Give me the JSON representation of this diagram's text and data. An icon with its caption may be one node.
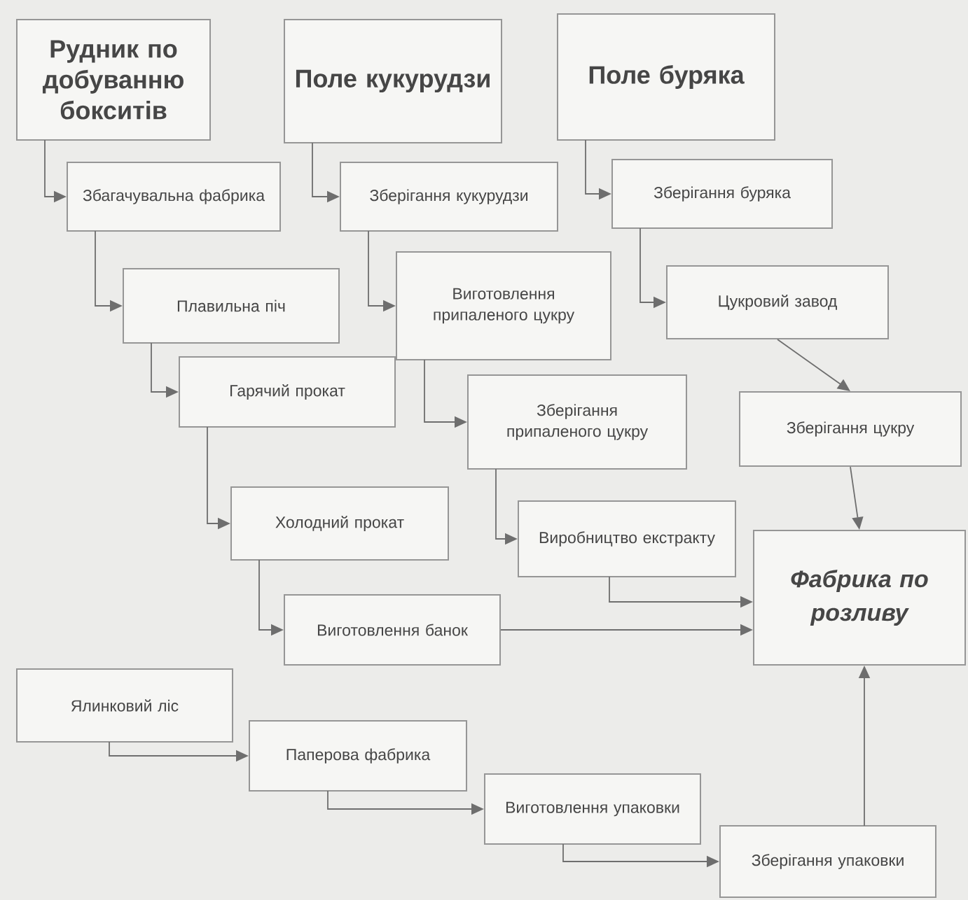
{
  "diagram": {
    "nodes": [
      {
        "text": [
          "Рудник по добуванню бокситів"
        ]
      },
      {
        "text": [
          "Поле кукурудзи"
        ]
      },
      {
        "text": [
          "Поле буряка"
        ]
      },
      {
        "text": [
          "Збагачувальна фабрика"
        ]
      },
      {
        "text": [
          "Зберігання кукурудзи"
        ]
      },
      {
        "text": [
          "Зберігання буряка"
        ]
      },
      {
        "text": [
          "Плавильна піч"
        ]
      },
      {
        "text": [
          "Виготовлення припаленого цукру"
        ]
      },
      {
        "text": [
          "Цукровий завод"
        ]
      },
      {
        "text": [
          "Гарячий прокат"
        ]
      },
      {
        "text": [
          "Зберігання припаленого цукру"
        ]
      },
      {
        "text": [
          "Зберігання цукру"
        ]
      },
      {
        "text": [
          "Холодний прокат"
        ]
      },
      {
        "text": [
          "Виробництво екстракту"
        ]
      },
      {
        "text": [
          "Фабрика по розливу"
        ]
      },
      {
        "text": [
          "Виготовлення банок"
        ]
      },
      {
        "text": [
          "Ялинковий ліс"
        ]
      },
      {
        "text": [
          "Паперова фабрика"
        ]
      },
      {
        "text": [
          "Виготовлення упаковки"
        ]
      },
      {
        "text": [
          "Зберігання упаковки"
        ]
      }
    ],
    "edges": [
      {
        "from": 0,
        "to": 3,
        "arrow": "to"
      },
      {
        "from": 3,
        "to": 6,
        "arrow": "to"
      },
      {
        "from": 6,
        "to": 9,
        "arrow": "to"
      },
      {
        "from": 9,
        "to": 12,
        "arrow": "to"
      },
      {
        "from": 12,
        "to": 15,
        "arrow": "to"
      },
      {
        "from": 15,
        "to": 14,
        "arrow": "to"
      },
      {
        "from": 1,
        "to": 4,
        "arrow": "to"
      },
      {
        "from": 4,
        "to": 7,
        "arrow": "to"
      },
      {
        "from": 7,
        "to": 10,
        "arrow": "to"
      },
      {
        "from": 10,
        "to": 13,
        "arrow": "to"
      },
      {
        "from": 13,
        "to": 14,
        "arrow": "to"
      },
      {
        "from": 2,
        "to": 5,
        "arrow": "to"
      },
      {
        "from": 5,
        "to": 8,
        "arrow": "to"
      },
      {
        "from": 8,
        "to": 11,
        "arrow": "to"
      },
      {
        "from": 11,
        "to": 14,
        "arrow": "to"
      },
      {
        "from": 16,
        "to": 17,
        "arrow": "to"
      },
      {
        "from": 17,
        "to": 18,
        "arrow": "to"
      },
      {
        "from": 18,
        "to": 19,
        "arrow": "to"
      },
      {
        "from": 19,
        "to": 14,
        "arrow": "to"
      }
    ]
  }
}
